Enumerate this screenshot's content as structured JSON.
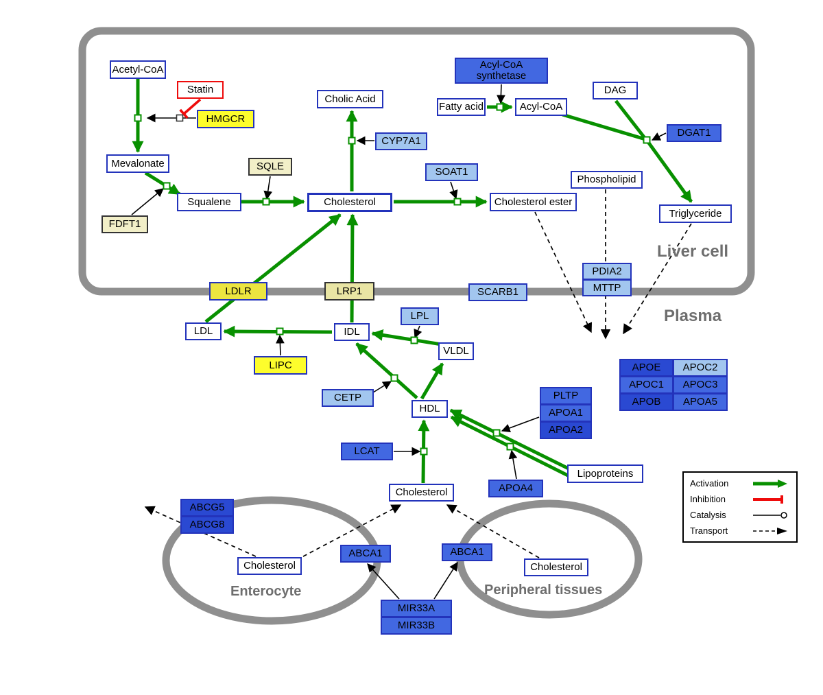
{
  "compartments": {
    "liver": "Liver cell",
    "plasma": "Plasma",
    "enterocyte": "Enterocyte",
    "peripheral": "Peripheral tissues"
  },
  "nodes": {
    "acetyl_coa": "Acetyl-CoA",
    "statin": "Statin",
    "hmgcr": "HMGCR",
    "mevalonate": "Mevalonate",
    "sqle": "SQLE",
    "fdft1": "FDFT1",
    "squalene": "Squalene",
    "cholesterol_liver": "Cholesterol",
    "cholic_acid": "Cholic Acid",
    "cyp7a1": "CYP7A1",
    "soat1": "SOAT1",
    "cholesterol_ester": "Cholesterol ester",
    "acyl_coa_synthetase": "Acyl-CoA synthetase",
    "fatty_acid": "Fatty acid",
    "acyl_coa": "Acyl-CoA",
    "dag": "DAG",
    "dgat1": "DGAT1",
    "phospholipid": "Phospholipid",
    "triglyceride": "Triglyceride",
    "pdia2": "PDIA2",
    "mttp": "MTTP",
    "ldlr": "LDLR",
    "lrp1": "LRP1",
    "scarb1": "SCARB1",
    "ldl": "LDL",
    "idl": "IDL",
    "lpl": "LPL",
    "vldl": "VLDL",
    "lipc": "LIPC",
    "cetp": "CETP",
    "hdl": "HDL",
    "pltp": "PLTP",
    "apoa1": "APOA1",
    "apoa2": "APOA2",
    "lcat": "LCAT",
    "apoa4": "APOA4",
    "lipoproteins": "Lipoproteins",
    "cholesterol_plasma": "Cholesterol",
    "apoe": "APOE",
    "apoc2": "APOC2",
    "apoc1": "APOC1",
    "apoc3": "APOC3",
    "apob": "APOB",
    "apoa5": "APOA5",
    "abcg5": "ABCG5",
    "abcg8": "ABCG8",
    "cholesterol_enterocyte": "Cholesterol",
    "abca1_enterocyte": "ABCA1",
    "abca1_peripheral": "ABCA1",
    "cholesterol_peripheral": "Cholesterol",
    "mir33a": "MIR33A",
    "mir33b": "MIR33B"
  },
  "legend": {
    "activation": "Activation",
    "inhibition": "Inhibition",
    "catalysis": "Catalysis",
    "transport": "Transport"
  },
  "colors": {
    "activation_green": "#089000",
    "inhibition_red": "#ee0b0b",
    "metabolite_border_blue": "#2333bb",
    "enzyme_yellow": "#fdfd2c",
    "enzyme_pale_yellow": "#f2efc8",
    "protein_light_blue": "#a2c6ef",
    "protein_blue": "#4268e1",
    "protein_dark_blue": "#2a49d2",
    "membrane_gray": "#8f8f8f"
  }
}
